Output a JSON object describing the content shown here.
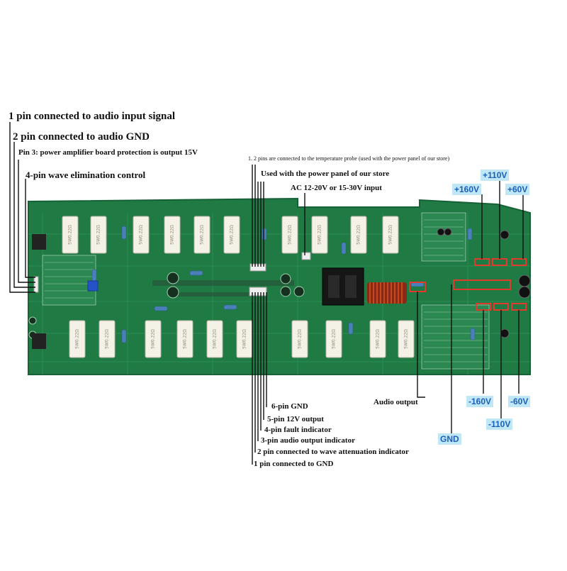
{
  "colors": {
    "board": "#1f7a44",
    "board_edge": "#176136",
    "silkscreen": "#d9e9dc",
    "wire": "#111111",
    "highlight": "#e23a2c",
    "voltage_bg": "#bfe7f6",
    "voltage_text": "#1c5fb8"
  },
  "left_labels": {
    "pin1": "1 pin connected to audio input signal",
    "pin2": "2 pin connected to audio GND",
    "pin3": "Pin 3: power amplifier board protection is output 15V",
    "pin4": "4-pin wave elimination control"
  },
  "top_labels": {
    "temp_probe": "1. 2 pins are connected to the temperature probe (used with the power panel of our store)",
    "power_panel": "Used with the power panel of our store",
    "ac_input": "AC 12-20V or 15-30V input"
  },
  "bottom_labels": {
    "pin6": "6-pin GND",
    "pin5": "5-pin 12V output",
    "pin4": "4-pin fault indicator",
    "pin3": "3-pin audio output indicator",
    "pin2": "2 pin connected to wave attenuation indicator",
    "pin1": "1 pin connected to GND"
  },
  "right_labels": {
    "audio_output": "Audio output",
    "gnd": "GND"
  },
  "voltages": {
    "p160": "+160V",
    "p110": "+110V",
    "p60": "+60V",
    "n160": "-160V",
    "n110": "-110V",
    "n60": "-60V"
  },
  "resistor_text": "5W0.22Ω"
}
